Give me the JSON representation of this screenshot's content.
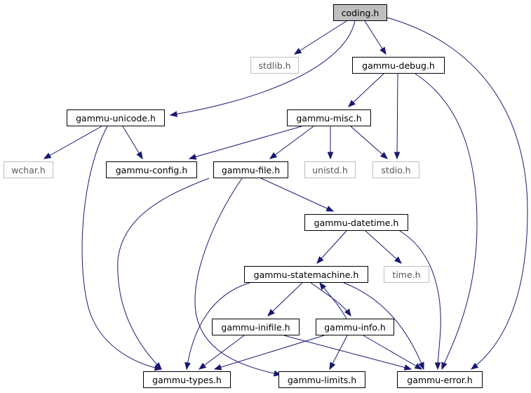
{
  "colors": {
    "edge": "#191970",
    "node_border": "#000000",
    "root_fill": "#bfbfbf",
    "system_border": "#bfbfbf"
  },
  "nodes": {
    "coding": "coding.h",
    "stdlib": "stdlib.h",
    "debug": "gammu-debug.h",
    "unicode": "gammu-unicode.h",
    "misc": "gammu-misc.h",
    "wchar": "wchar.h",
    "config": "gammu-config.h",
    "file": "gammu-file.h",
    "unistd": "unistd.h",
    "stdio": "stdio.h",
    "datetime": "gammu-datetime.h",
    "statemachine": "gammu-statemachine.h",
    "time": "time.h",
    "inifile": "gammu-inifile.h",
    "info": "gammu-info.h",
    "types": "gammu-types.h",
    "limits": "gammu-limits.h",
    "error": "gammu-error.h"
  }
}
